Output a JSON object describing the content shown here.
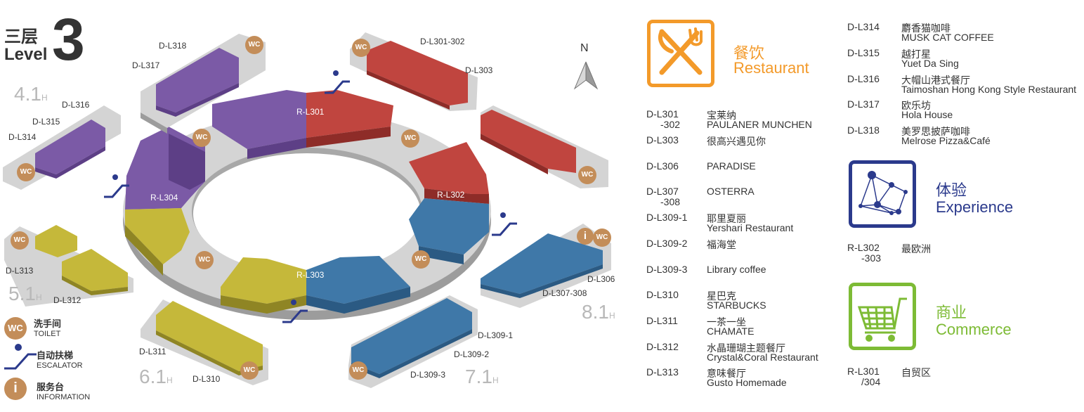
{
  "level": {
    "cn": "三层",
    "en": "Level",
    "num": "3"
  },
  "compass": {
    "letter": "N"
  },
  "map_labels": {
    "l318": "D-L318",
    "l317": "D-L317",
    "l301_302": "D-L301-302",
    "l303": "D-L303",
    "l316": "D-L316",
    "l315": "D-L315",
    "l314": "D-L314",
    "l313": "D-L313",
    "l312": "D-L312",
    "l311": "D-L311",
    "l310": "D-L310",
    "l306": "D-L306",
    "l307_308": "D-L307-308",
    "l309_1": "D-L309-1",
    "l309_2": "D-L309-2",
    "l309_3": "D-L309-3",
    "r301": "R-L301",
    "r302": "R-L302",
    "r303": "R-L303",
    "r304": "R-L304"
  },
  "heights": {
    "h41": "4.1",
    "h51": "5.1",
    "h61": "6.1",
    "h71": "7.1",
    "h81": "8.1",
    "unit": "H"
  },
  "wc_text": "WC",
  "info_text": "i",
  "legend": [
    {
      "cn": "洗手间",
      "en": "TOILET"
    },
    {
      "cn": "自动扶梯",
      "en": "ESCALATOR"
    },
    {
      "cn": "服务台",
      "en": "INFORMATION"
    }
  ],
  "categories": {
    "restaurant": {
      "cn": "餐饮",
      "en": "Restaurant",
      "color": "#f39a2a"
    },
    "experience": {
      "cn": "体验",
      "en": "Experience",
      "color": "#2b3a8c"
    },
    "commerce": {
      "cn": "商业",
      "en": "Commerce",
      "color": "#7dbb35"
    }
  },
  "restaurant_list": [
    {
      "code": "D-L301",
      "code2": "-302",
      "cn": "宝莱纳",
      "en": "PAULANER  MUNCHEN"
    },
    {
      "code": "D-L303",
      "code2": "",
      "cn": "很高兴遇见你",
      "en": ""
    },
    {
      "code": "D-L306",
      "code2": "",
      "cn": "PARADISE",
      "en": ""
    },
    {
      "code": "D-L307",
      "code2": "-308",
      "cn": "OSTERRA",
      "en": ""
    },
    {
      "code": "D-L309-1",
      "code2": "",
      "cn": "耶里夏丽",
      "en": "Yershari  Restaurant"
    },
    {
      "code": "D-L309-2",
      "code2": "",
      "cn": "福海堂",
      "en": ""
    },
    {
      "code": "D-L309-3",
      "code2": "",
      "cn": "Library coffee",
      "en": ""
    },
    {
      "code": "D-L310",
      "code2": "",
      "cn": "星巴克",
      "en": "STARBUCKS"
    },
    {
      "code": "D-L311",
      "code2": "",
      "cn": "一茶一坐",
      "en": "CHAMATE"
    },
    {
      "code": "D-L312",
      "code2": "",
      "cn": "水晶珊瑚主题餐厅",
      "en": "Crystal&Coral  Restaurant"
    },
    {
      "code": "D-L313",
      "code2": "",
      "cn": "意味餐厅",
      "en": "Gusto  Homemade"
    }
  ],
  "restaurant_list2": [
    {
      "code": "D-L314",
      "cn": "麝香猫咖啡",
      "en": "MUSK  CAT  COFFEE"
    },
    {
      "code": "D-L315",
      "cn": "越打星",
      "en": "Yuet  Da  Sing"
    },
    {
      "code": "D-L316",
      "cn": "大帽山港式餐厅",
      "en": "Taimoshan Hong Kong Style Restaurant"
    },
    {
      "code": "D-L317",
      "cn": "欧乐坊",
      "en": "Hola House"
    },
    {
      "code": "D-L318",
      "cn": "美罗思披萨咖啡",
      "en": "Melrose  Pizza&Café"
    }
  ],
  "experience_list": [
    {
      "code": "R-L302",
      "code2": "-303",
      "cn": "最欧洲"
    }
  ],
  "commerce_list": [
    {
      "code": "R-L301",
      "code2": "/304",
      "cn": "自贸区"
    }
  ],
  "colors": {
    "purple": "#7b5aa6",
    "red": "#c0453f",
    "blue": "#3f78a8",
    "yellow": "#c5b83a",
    "ring": "#c9c9c9",
    "wc": "#c38d59"
  }
}
